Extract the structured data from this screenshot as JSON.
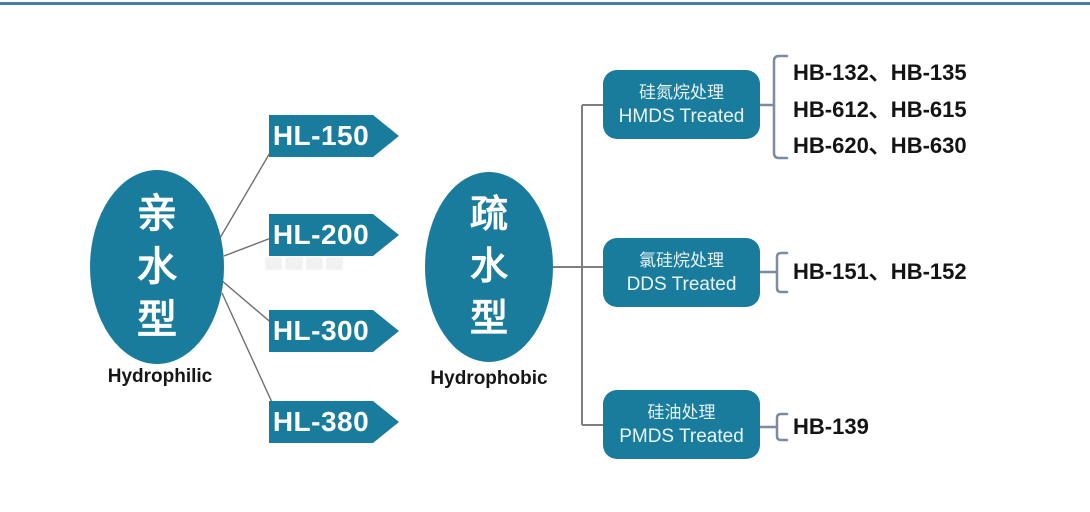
{
  "theme": {
    "shape_color": "#1a7c9d",
    "top_rule_color": "#4a7ca9",
    "connector_color": "#6f6f6f",
    "trunk_color": "#7f7f7f",
    "bracket_color": "#7c8ba3",
    "dot_color": "#56524c",
    "shape_text_color": "#ffffff",
    "box_text_color": "#e9f5f9",
    "label_color": "#161616",
    "code_text_color": "#141414"
  },
  "hydrophilic": {
    "cn": "亲水型",
    "label": "Hydrophilic",
    "products": [
      "HL-150",
      "HL-200",
      "HL-300",
      "HL-380"
    ]
  },
  "hydrophobic": {
    "cn": "疏水型",
    "label": "Hydrophobic",
    "treatments": [
      {
        "cn": "硅氮烷处理",
        "en": "HMDS Treated",
        "products_lines": [
          "HB-132、HB-135",
          "HB-612、HB-615",
          "HB-620、HB-630"
        ]
      },
      {
        "cn": "氯硅烷处理",
        "en": "DDS Treated",
        "products_lines": [
          "HB-151、HB-152"
        ]
      },
      {
        "cn": "硅油处理",
        "en": "PMDS Treated",
        "products_lines": [
          "HB-139"
        ]
      }
    ]
  }
}
